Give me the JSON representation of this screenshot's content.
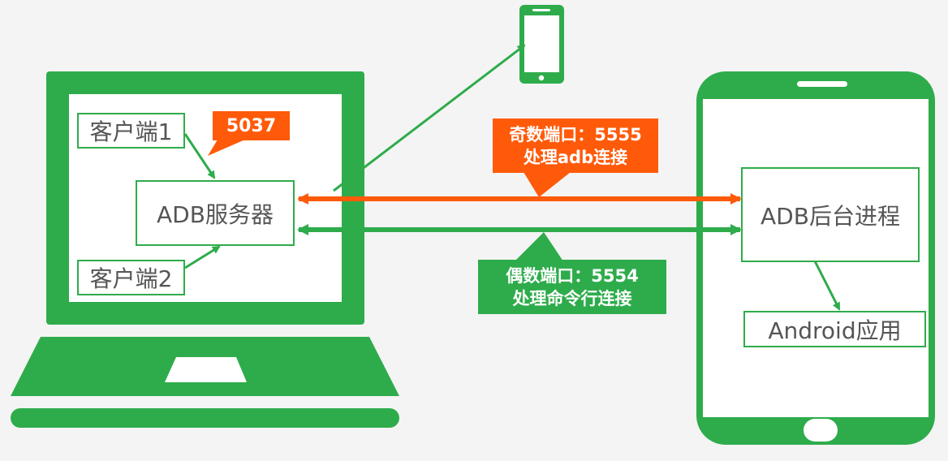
{
  "colors": {
    "green": "#2eac4b",
    "orange": "#ff5a0a",
    "background": "#f4f4f4",
    "text": "#555555"
  },
  "laptop": {
    "client1": "客户端1",
    "client2": "客户端2",
    "adb_server": "ADB服务器",
    "port_badge": "5037"
  },
  "phone": {
    "adb_daemon": "ADB后台进程",
    "android_app": "Android应用"
  },
  "odd_port": {
    "line1": "奇数端口：5555",
    "line2": "处理adb连接"
  },
  "even_port": {
    "line1": "偶数端口：5554",
    "line2": "处理命令行连接"
  }
}
